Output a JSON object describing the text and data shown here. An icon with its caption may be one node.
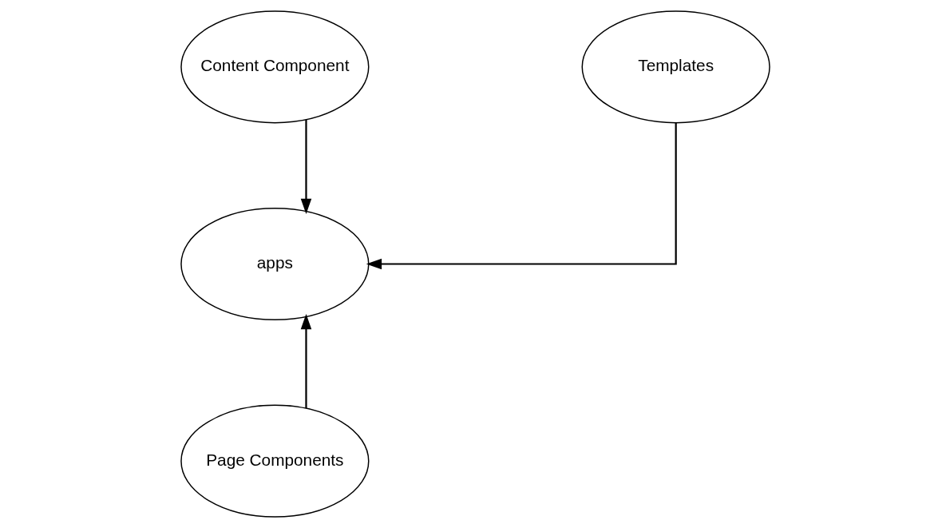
{
  "diagram": {
    "nodes": [
      {
        "text": [
          "Content Component"
        ]
      },
      {
        "text": [
          "Templates"
        ]
      },
      {
        "text": [
          "apps"
        ]
      },
      {
        "text": [
          "Page Components"
        ]
      }
    ],
    "edges": [
      {
        "from": 0,
        "to": 2,
        "arrow": "to"
      },
      {
        "from": 1,
        "to": 2,
        "arrow": "to"
      },
      {
        "from": 3,
        "to": 2,
        "arrow": "to"
      }
    ]
  }
}
